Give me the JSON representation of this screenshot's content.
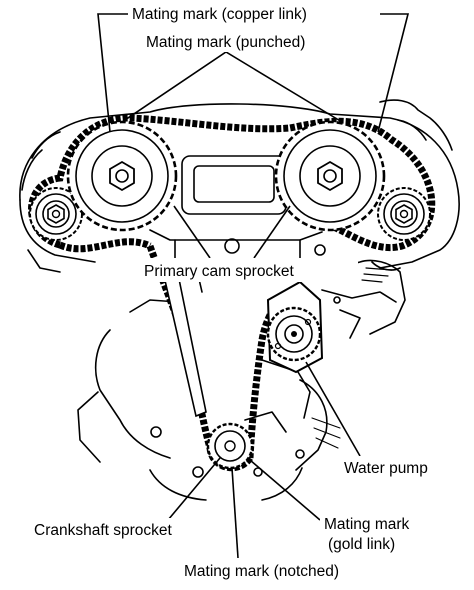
{
  "labels": {
    "copper_link": "Mating mark (copper link)",
    "punched": "Mating mark (punched)",
    "primary_cam_sprocket": "Primary cam sprocket",
    "water_pump": "Water pump",
    "crankshaft_sprocket": "Crankshaft sprocket",
    "gold_link_line1": "Mating mark",
    "gold_link_line2": "(gold link)",
    "notched": "Mating mark (notched)"
  },
  "components": [
    "left-secondary-cam-sprocket",
    "left-primary-cam-sprocket",
    "right-primary-cam-sprocket",
    "right-secondary-cam-sprocket",
    "water-pump-sprocket",
    "crankshaft-sprocket",
    "timing-chain"
  ],
  "colors": {
    "ink": "#000000",
    "background": "#ffffff"
  }
}
